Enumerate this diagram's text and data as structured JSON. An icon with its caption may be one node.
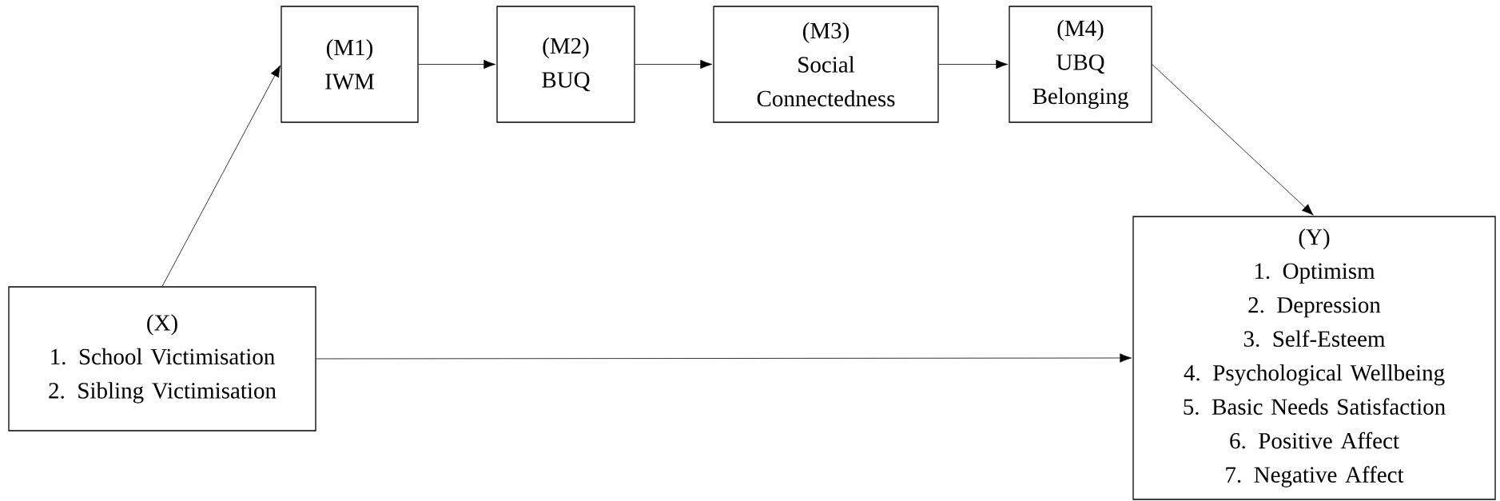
{
  "diagram": {
    "nodes": [
      {
        "text": [
          "(M1)",
          "IWM"
        ]
      },
      {
        "text": [
          "(M2)",
          "BUQ"
        ]
      },
      {
        "text": [
          "(M3)",
          "Social Connectedness"
        ]
      },
      {
        "text": [
          "(M4)",
          "UBQ Belonging"
        ]
      },
      {
        "text": [
          "(X)",
          "1. School Victimisation",
          "2. Sibling Victimisation"
        ]
      },
      {
        "text": [
          "(Y)",
          "1. Optimism",
          "2. Depression",
          "3. Self-Esteem",
          "4. Psychological Wellbeing",
          "5. Basic Needs Satisfaction",
          "6. Positive Affect",
          "7. Negative Affect"
        ]
      }
    ],
    "edges": [
      {
        "from": 4,
        "to": 0,
        "arrow": "to"
      },
      {
        "from": 0,
        "to": 1,
        "arrow": "to"
      },
      {
        "from": 1,
        "to": 2,
        "arrow": "to"
      },
      {
        "from": 2,
        "to": 3,
        "arrow": "to"
      },
      {
        "from": 3,
        "to": 5,
        "arrow": "to"
      },
      {
        "from": 4,
        "to": 5,
        "arrow": "to"
      }
    ]
  }
}
